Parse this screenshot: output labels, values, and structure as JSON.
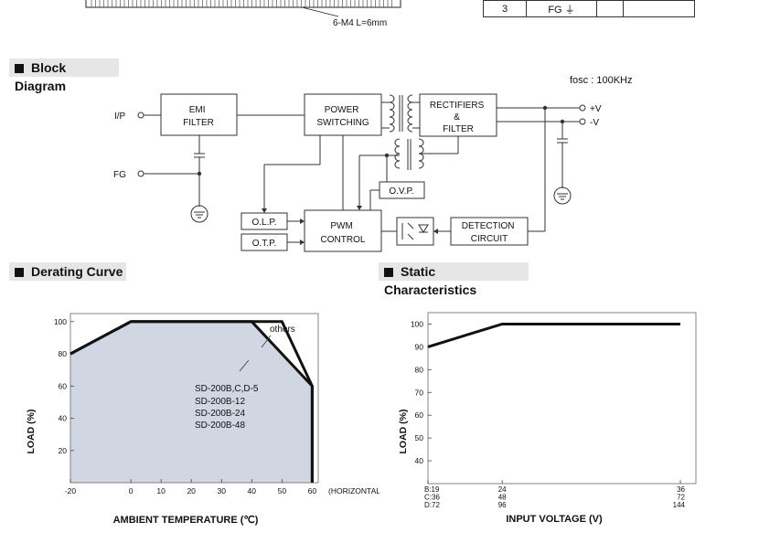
{
  "top": {
    "screw_note": "6-M4 L=6mm",
    "pin_row": {
      "no": "3",
      "assignment": "FG"
    }
  },
  "sections": {
    "block_diagram": "Block Diagram",
    "derating_curve": "Derating Curve",
    "static_characteristics": "Static Characteristics"
  },
  "block_diagram": {
    "fosc": "fosc : 100KHz",
    "ip": "I/P",
    "fg": "FG",
    "emi_filter": [
      "EMI",
      "FILTER"
    ],
    "power_switching": [
      "POWER",
      "SWITCHING"
    ],
    "rectifiers": [
      "RECTIFIERS",
      "&",
      "FILTER"
    ],
    "out_pos": "+V",
    "out_neg": "-V",
    "ovp": "O.V.P.",
    "olp": "O.L.P.",
    "otp": "O.T.P.",
    "pwm_control": [
      "PWM",
      "CONTROL"
    ],
    "detection": [
      "DETECTION",
      "CIRCUIT"
    ]
  },
  "chart_data": [
    {
      "type": "line",
      "xlabel": "AMBIENT TEMPERATURE (℃)",
      "ylabel": "LOAD (%)",
      "x_ticks": [
        "-20",
        "0",
        "10",
        "20",
        "30",
        "40",
        "50",
        "60"
      ],
      "x_suffix": "(HORIZONTAL)",
      "y_ticks": [
        "20",
        "40",
        "60",
        "80",
        "100"
      ],
      "xlim": [
        -20,
        60
      ],
      "ylim": [
        0,
        100
      ],
      "series": [
        {
          "name": "SD-200B,C,D-5 / SD-200B-12 / SD-200B-24 / SD-200B-48",
          "x": [
            -20,
            0,
            40,
            60,
            60
          ],
          "y": [
            80,
            100,
            100,
            60,
            0
          ]
        },
        {
          "name": "others",
          "x": [
            -20,
            0,
            50,
            60,
            60
          ],
          "y": [
            80,
            100,
            100,
            60,
            0
          ]
        }
      ],
      "annotations": {
        "others": "others",
        "models": [
          "SD-200B,C,D-5",
          "SD-200B-12",
          "SD-200B-24",
          "SD-200B-48"
        ]
      },
      "fill": "#d0d7e3"
    },
    {
      "type": "line",
      "xlabel": "INPUT VOLTAGE (V)",
      "ylabel": "LOAD (%)",
      "y_ticks": [
        "40",
        "50",
        "60",
        "70",
        "80",
        "90",
        "100"
      ],
      "ylim": [
        30,
        105
      ],
      "x_tick_rows": [
        [
          "B:19",
          "24",
          "36"
        ],
        [
          "C:36",
          "48",
          "72"
        ],
        [
          "D:72",
          "96",
          "144"
        ]
      ],
      "x": [
        19,
        24,
        36
      ],
      "y": [
        90,
        100,
        100
      ]
    }
  ]
}
